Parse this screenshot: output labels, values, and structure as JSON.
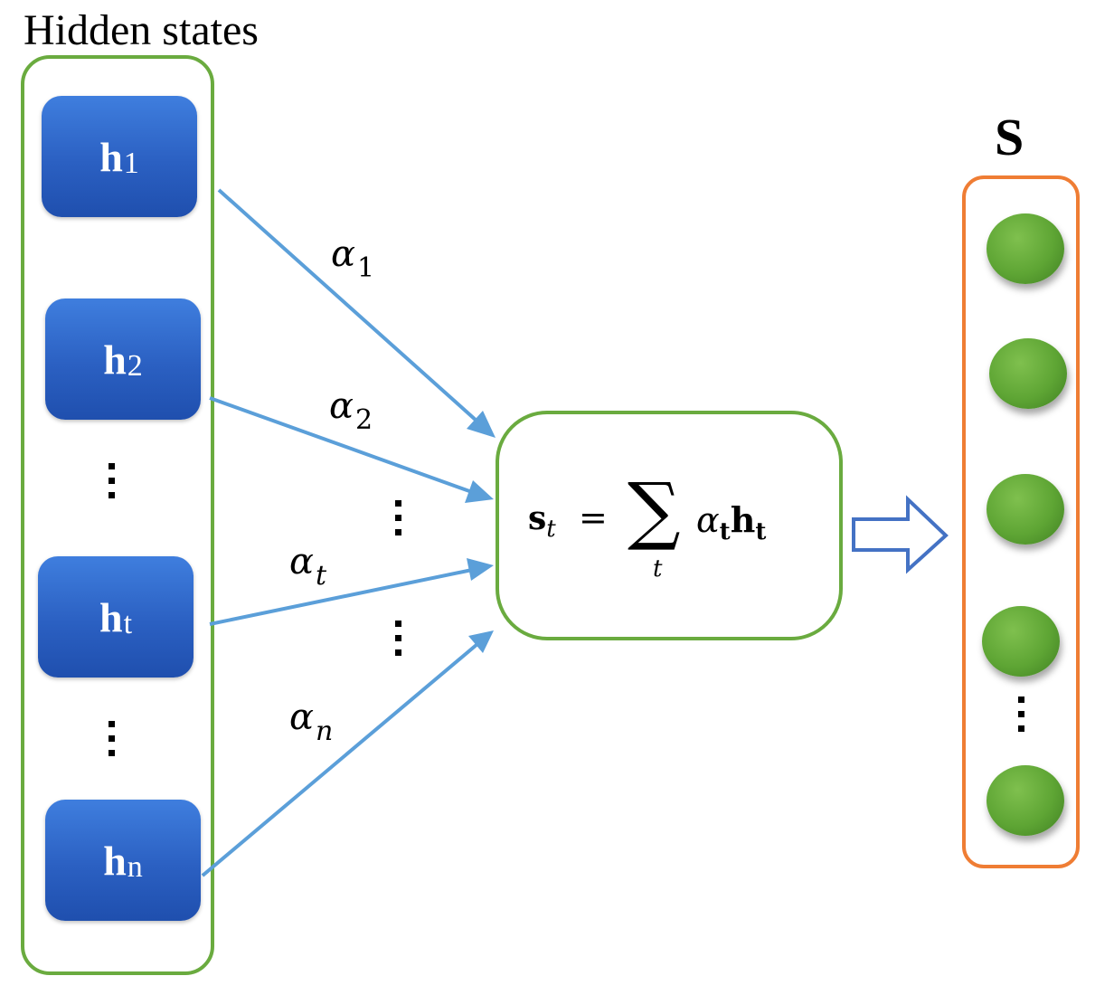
{
  "title": "Hidden states",
  "hidden_states": [
    {
      "symbol": "h",
      "subscript": "1"
    },
    {
      "symbol": "h",
      "subscript": "2"
    },
    {
      "symbol": "h",
      "subscript": "t"
    },
    {
      "symbol": "h",
      "subscript": "n"
    }
  ],
  "weights": [
    {
      "symbol": "α",
      "subscript": "1"
    },
    {
      "symbol": "α",
      "subscript": "2"
    },
    {
      "symbol": "α",
      "subscript": "t"
    },
    {
      "symbol": "α",
      "subscript": "n"
    }
  ],
  "equation": {
    "lhs_symbol": "s",
    "lhs_subscript": "t",
    "equals": "=",
    "operator": "∑",
    "operator_subscript": "t",
    "term_alpha": "α",
    "term_alpha_subscript": "t",
    "term_h": "h",
    "term_h_subscript": "t"
  },
  "output_label": "S",
  "colors": {
    "container_border": "#6aab3f",
    "hidden_box": "#2b60c2",
    "arrow": "#5b9fd9",
    "output_border": "#ef7d34",
    "output_node": "#5ea534",
    "hollow_arrow": "#4472c4"
  }
}
